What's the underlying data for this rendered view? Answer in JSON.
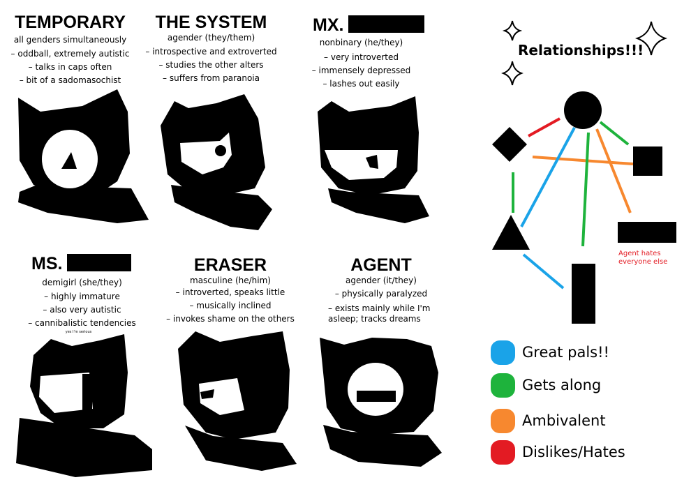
{
  "alters": [
    {
      "name": "TEMPORARY",
      "gender": "all genders simultaneously",
      "traits": [
        "– oddball, extremely autistic",
        "– talks in caps often",
        "– bit of a sadomasochist"
      ]
    },
    {
      "name": "THE SYSTEM",
      "gender": "agender (they/them)",
      "traits": [
        "– introspective and extroverted",
        "– studies the other alters",
        "– suffers from paranoia"
      ]
    },
    {
      "name": "MX.",
      "gender": "nonbinary (he/they)",
      "traits": [
        "– very introverted",
        "– immensely depressed",
        "– lashes out easily"
      ]
    },
    {
      "name": "MS.",
      "gender": "demigirl (she/they)",
      "traits": [
        "– highly immature",
        "– also very autistic",
        "– cannibalistic tendencies"
      ],
      "footnote": "yes I'm serious"
    },
    {
      "name": "ERASER",
      "gender": "masculine (he/him)",
      "traits": [
        "– introverted, speaks little",
        "– musically inclined",
        "– invokes shame on the others"
      ]
    },
    {
      "name": "AGENT",
      "gender": "agender (it/they)",
      "traits": [
        "– physically paralyzed",
        "– exists mainly while I'm asleep; tracks dreams"
      ]
    }
  ],
  "relationships": {
    "title": "Relationships!!!",
    "note": "Agent hates everyone else",
    "legend": [
      {
        "label": "Great pals!!",
        "color": "#1aa3e8"
      },
      {
        "label": "Gets along",
        "color": "#1eb33c"
      },
      {
        "label": "Ambivalent",
        "color": "#f7882f"
      },
      {
        "label": "Dislikes/Hates",
        "color": "#e31b23"
      }
    ]
  },
  "icons": [
    "sparkle-icon",
    "circle-shape",
    "diamond-shape",
    "square-shape",
    "triangle-shape",
    "rectangle-shape"
  ]
}
